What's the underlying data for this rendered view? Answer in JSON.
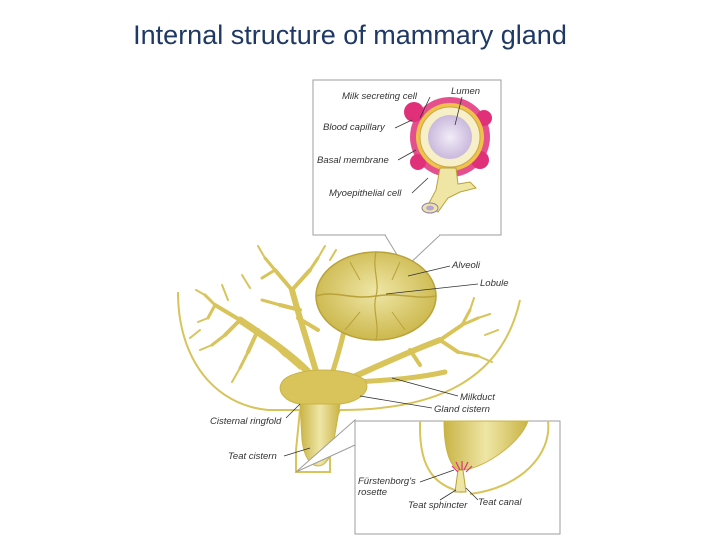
{
  "title": "Internal structure of mammary gland",
  "labels": {
    "milk_secreting_cell": "Milk secreting cell",
    "lumen": "Lumen",
    "blood_capillary": "Blood capillary",
    "basal_membrane": "Basal membrane",
    "myoepithelial_cell": "Myoepithelial cell",
    "alveoli": "Alveoli",
    "lobule": "Lobule",
    "milkduct": "Milkduct",
    "gland_cistern": "Gland cistern",
    "cisternal_ringfold": "Cisternal ringfold",
    "teat_cistern": "Teat cistern",
    "furstenbergs_rosette": "Fürstenborg's rosette",
    "teat_sphincter": "Teat sphincter",
    "teat_canal": "Teat canal"
  },
  "colors": {
    "title": "#1f3864",
    "tissue": "#d8c45a",
    "tissue_light": "#efe6a6",
    "tissue_dark": "#b9a23a",
    "capillary": "#e0307a",
    "lumen": "#d9cde6",
    "inset_border": "#9e9e9e"
  }
}
